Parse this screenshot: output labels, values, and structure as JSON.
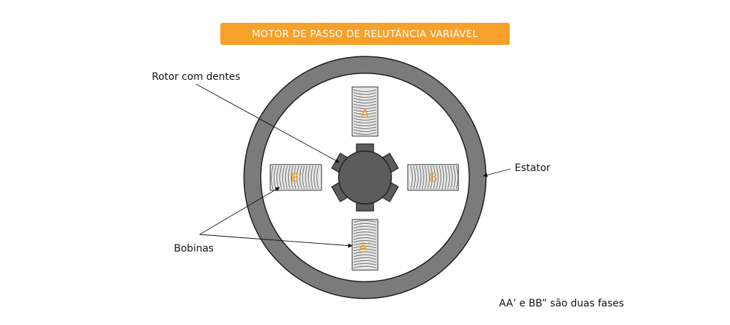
{
  "title": "MOTOR DE PASSO DE RELUTÂNCIA VARIÁVEL",
  "labels": {
    "rotor": "Rotor com dentes",
    "stator": "Estator",
    "coils": "Bobinas",
    "note": "AA’ e BB” são duas fases"
  },
  "coils": {
    "a": "A",
    "a_prime": "A’",
    "b": "B",
    "b_prime": "B’"
  },
  "colors": {
    "banner": "#f7a12a",
    "coil_label": "#f7a12a",
    "stator": "#7b7b7b",
    "rotor": "#5c5c5c",
    "coil_fill": "#e6e6e6"
  }
}
